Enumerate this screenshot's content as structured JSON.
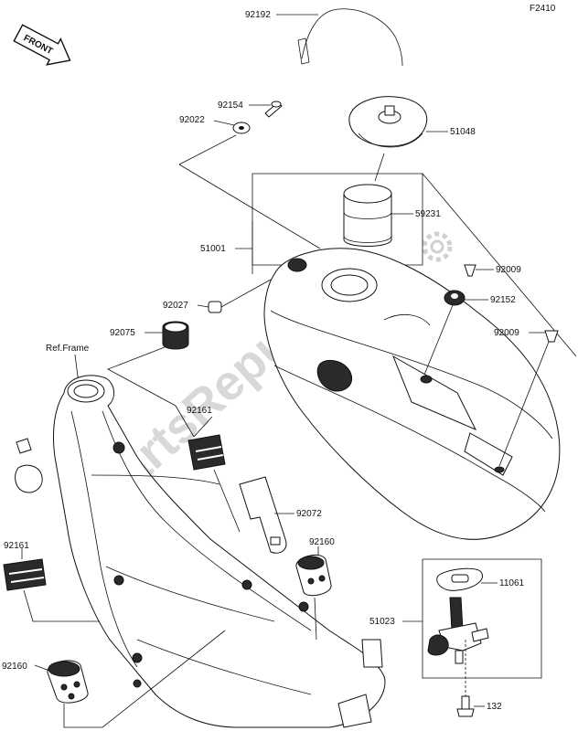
{
  "figure_code": "F2410",
  "front_arrow_text": "FRONT",
  "ref_frame_label": "Ref.Frame",
  "watermark": "PartsRepublik",
  "parts": {
    "p92192": "92192",
    "p92154": "92154",
    "p92022": "92022",
    "p51048": "51048",
    "p59231": "59231",
    "p51001": "51001",
    "p92009a": "92009",
    "p92027": "92027",
    "p92152": "92152",
    "p92075": "92075",
    "p92009b": "92009",
    "p92161a": "92161",
    "p92072": "92072",
    "p92161b": "92161",
    "p92160a": "92160",
    "p11061": "11061",
    "p51023": "51023",
    "p92160b": "92160",
    "p132": "132"
  }
}
